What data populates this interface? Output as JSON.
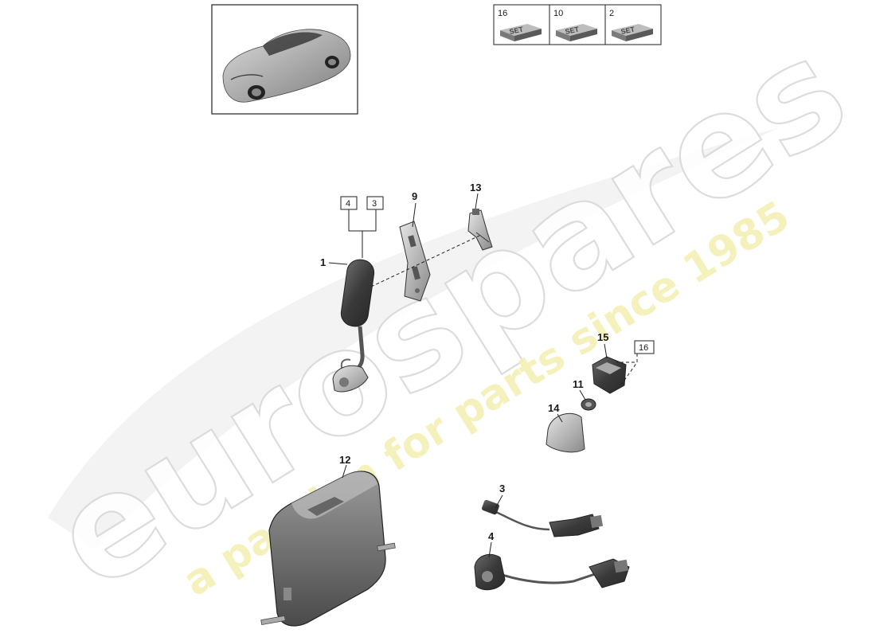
{
  "watermark": {
    "brand": "eurospares",
    "tagline": "a passion for parts since 1985"
  },
  "set_boxes": [
    {
      "qty": "16",
      "icon_text": "SET"
    },
    {
      "qty": "10",
      "icon_text": "SET"
    },
    {
      "qty": "2",
      "icon_text": "SET"
    }
  ],
  "callouts": {
    "c1": "1",
    "c9": "9",
    "c13": "13",
    "c15": "15",
    "c11": "11",
    "c14": "14",
    "c12": "12",
    "c3": "3",
    "c4": "4"
  },
  "boxed_refs": {
    "b4": "4",
    "b3": "3",
    "b16": "16"
  }
}
